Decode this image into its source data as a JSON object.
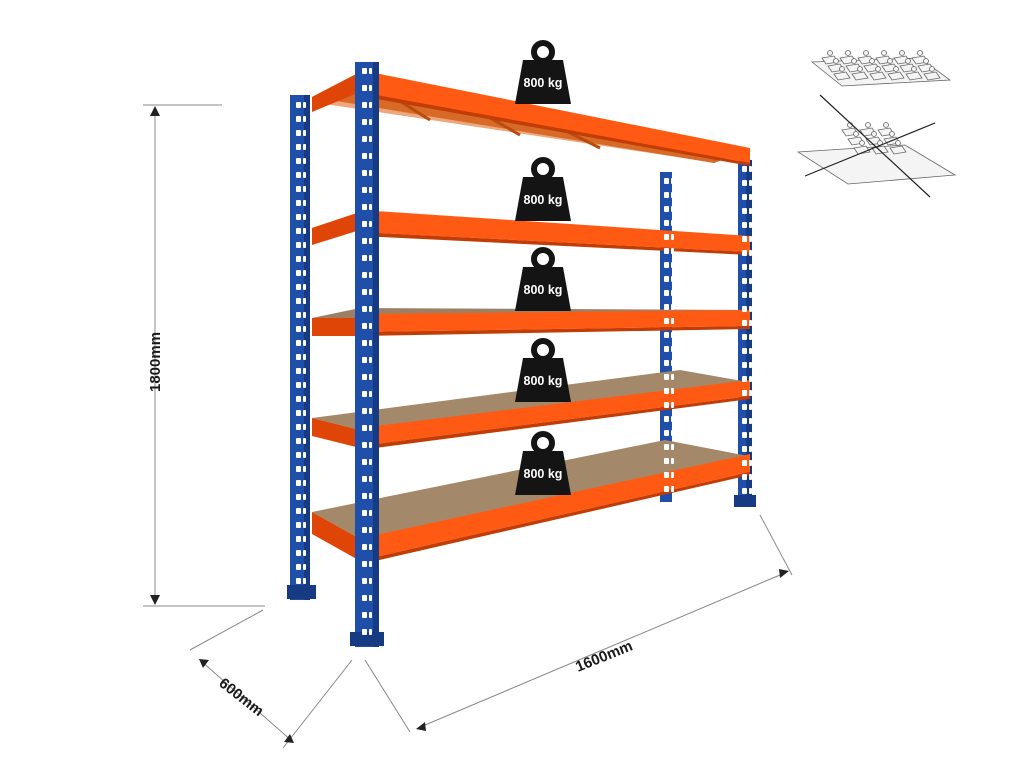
{
  "product": {
    "colors": {
      "upright": "#1f4fa8",
      "upright_dark": "#163b82",
      "beam": "#ff5a14",
      "beam_dark": "#e04508",
      "deck": "#a4886a",
      "deck_dark": "#8a6f54",
      "weight_icon": "#141414",
      "dimension_line": "#888888"
    },
    "shelf_load_labels": [
      "800 kg",
      "800 kg",
      "800 kg",
      "800 kg",
      "800 kg"
    ],
    "weight_icon": "weight-icon"
  },
  "dimensions": {
    "height": "1800mm",
    "width": "1600mm",
    "depth": "600mm"
  },
  "inset": {
    "correct_icon": "evenly-distributed-load-icon",
    "incorrect_icon": "point-load-crossed-icon"
  }
}
